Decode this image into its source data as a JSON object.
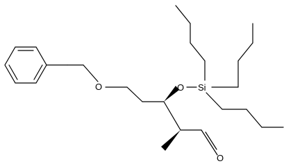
{
  "diagram": {
    "type": "chemical-structure",
    "atoms": {
      "ether_oxygen": "O",
      "silyl_oxygen": "O",
      "silicon": "Si",
      "aldehyde_oxygen": "O"
    },
    "colors": {
      "bond": "#000000",
      "background": "#ffffff"
    }
  }
}
